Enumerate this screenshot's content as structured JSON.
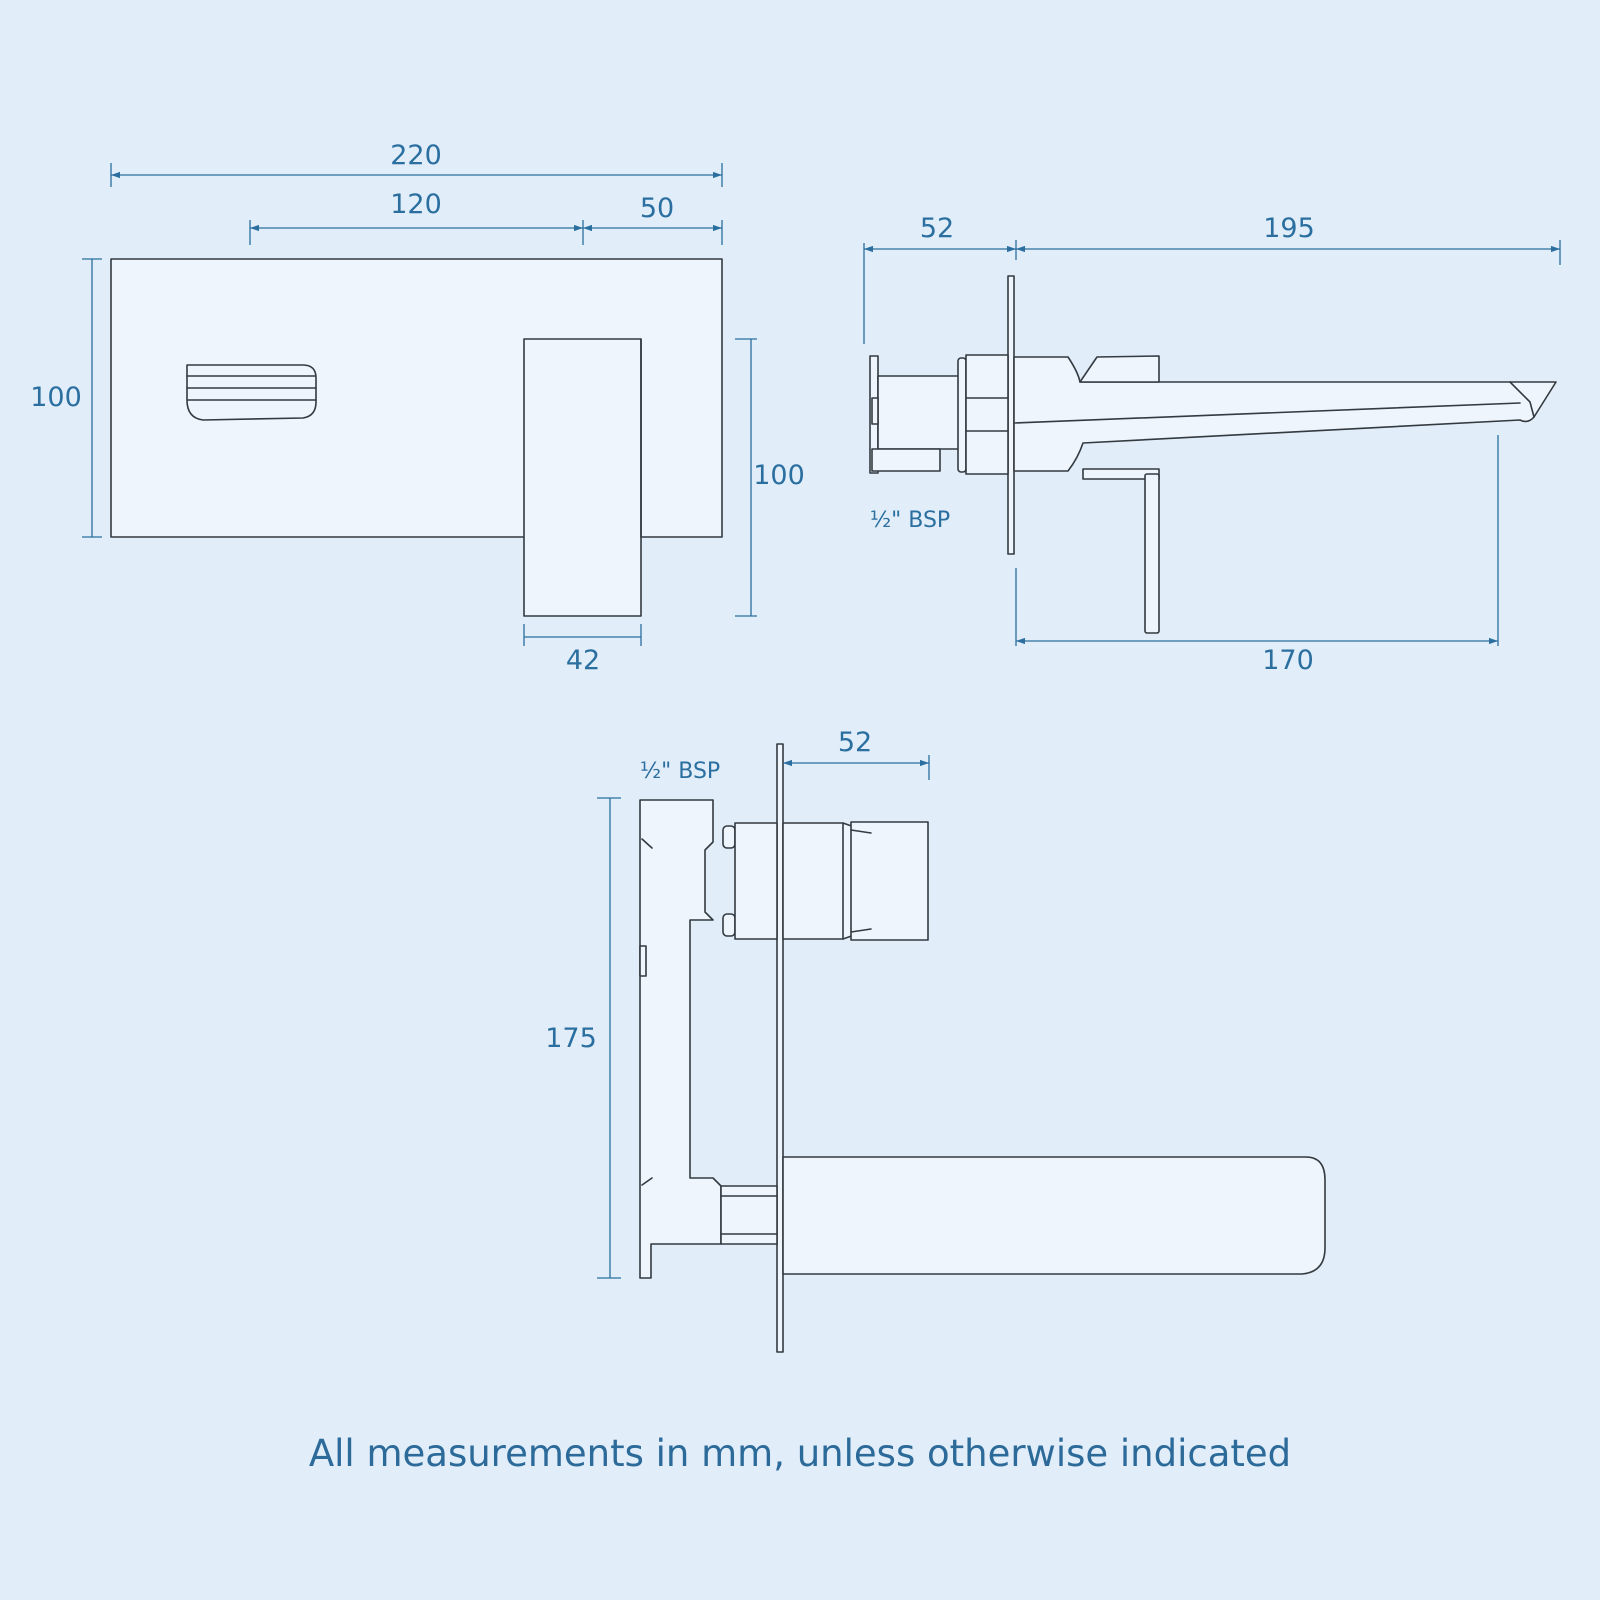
{
  "colors": {
    "background": "#e1edf9",
    "dimension": "#2a6f9f",
    "outline": "#333a40",
    "footer_text": "#2c6a99"
  },
  "front_view": {
    "dim_overall_width": "220",
    "dim_handle_spacing": "120",
    "dim_handle_offset": "50",
    "dim_plate_height": "100",
    "dim_handle_height": "100",
    "dim_handle_width": "42"
  },
  "side_view": {
    "dim_depth": "52",
    "dim_spout_reach": "195",
    "dim_lever_reach": "170",
    "label_inlet": "½\" BSP"
  },
  "top_view": {
    "dim_depth": "52",
    "dim_body_length": "175",
    "label_inlet": "½\" BSP"
  },
  "footer": {
    "note": "All measurements in mm, unless otherwise indicated"
  }
}
